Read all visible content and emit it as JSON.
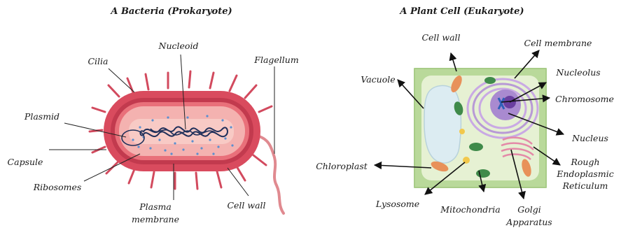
{
  "bacteria": {
    "title": "A Bacteria  (Prokaryote)",
    "labels": {
      "nucleoid": "Nucleoid",
      "cilia": "Cilia",
      "flagellum": "Flagellum",
      "plasmid": "Plasmid",
      "capsule": "Capsule",
      "ribosomes": "Ribosomes",
      "plasma_line1": "Plasma",
      "plasma_line2": "membrane",
      "cell_wall": "Cell wall"
    }
  },
  "plant_cell": {
    "title": "A Plant Cell (Eukaryote)",
    "labels": {
      "cell_wall": "Cell wall",
      "cell_membrane": "Cell membrane",
      "vacuole": "Vacuole",
      "nucleolus": "Nucleolus",
      "chromosome": "Chromosome",
      "nucleus": "Nucleus",
      "chloroplast": "Chloroplast",
      "rough_line1": "Rough",
      "rough_line2": "Endoplasmic",
      "rough_line3": "Reticulum",
      "lysosome": "Lysosome",
      "mitochondria": "Mitochondria",
      "golgi_line1": "Golgi",
      "golgi_line2": "Apparatus"
    }
  },
  "colors": {
    "capsule": "#d94b5e",
    "wall": "#c0304a",
    "cytoplasm": "#f2a8a8",
    "dna": "#1f2f5a",
    "ribosome": "#5b8fd0",
    "plant_wall": "#b9d99a",
    "plant_cytoplasm": "#e8f2d6",
    "vacuole": "#dcecf2",
    "nucleus": "#b89ad6",
    "chloroplast": "#3f8a4a",
    "mito": "#e8915a",
    "golgi": "#e48aa8"
  }
}
